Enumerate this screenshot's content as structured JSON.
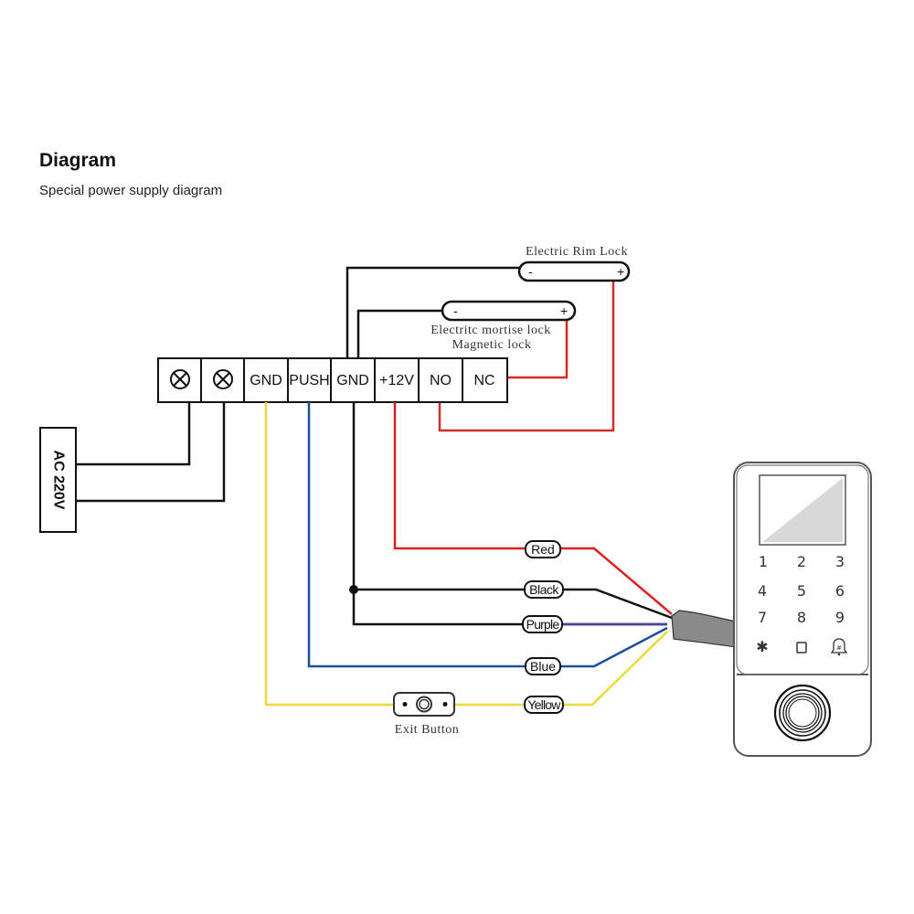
{
  "header": {
    "title": "Diagram",
    "subtitle": "Special power supply diagram"
  },
  "terminal_block": {
    "terminals": [
      {
        "id": "t1",
        "label": "",
        "icon": "lamp-x-icon"
      },
      {
        "id": "t2",
        "label": "",
        "icon": "lamp-x-icon"
      },
      {
        "id": "t3",
        "label": "GND"
      },
      {
        "id": "t4",
        "label": "PUSH"
      },
      {
        "id": "t5",
        "label": "GND"
      },
      {
        "id": "t6",
        "label": "+12V"
      },
      {
        "id": "t7",
        "label": "NO"
      },
      {
        "id": "t8",
        "label": "NC"
      }
    ]
  },
  "power_source": {
    "label": "AC 220V"
  },
  "locks": {
    "rim_lock": {
      "label": "Electric Rim Lock",
      "minus": "-",
      "plus": "+"
    },
    "mortise_lock": {
      "label_line1": "Electritc mortise lock",
      "label_line2": "Magnetic lock",
      "minus": "-",
      "plus": "+"
    }
  },
  "wires": [
    {
      "label": "Red",
      "color": "#e02020"
    },
    {
      "label": "Black",
      "color": "#111111"
    },
    {
      "label": "Purple",
      "color": "#4b3fa8"
    },
    {
      "label": "Blue",
      "color": "#1a4f9c"
    },
    {
      "label": "Yellow",
      "color": "#ecd83c"
    }
  ],
  "exit_button": {
    "label": "Exit Button"
  },
  "device": {
    "keys": [
      "1",
      "2",
      "3",
      "4",
      "5",
      "6",
      "7",
      "8",
      "9",
      "✱",
      "□",
      "bell"
    ],
    "screen_color": "#d8d8d8",
    "cable_color": "#8a8a8a"
  }
}
